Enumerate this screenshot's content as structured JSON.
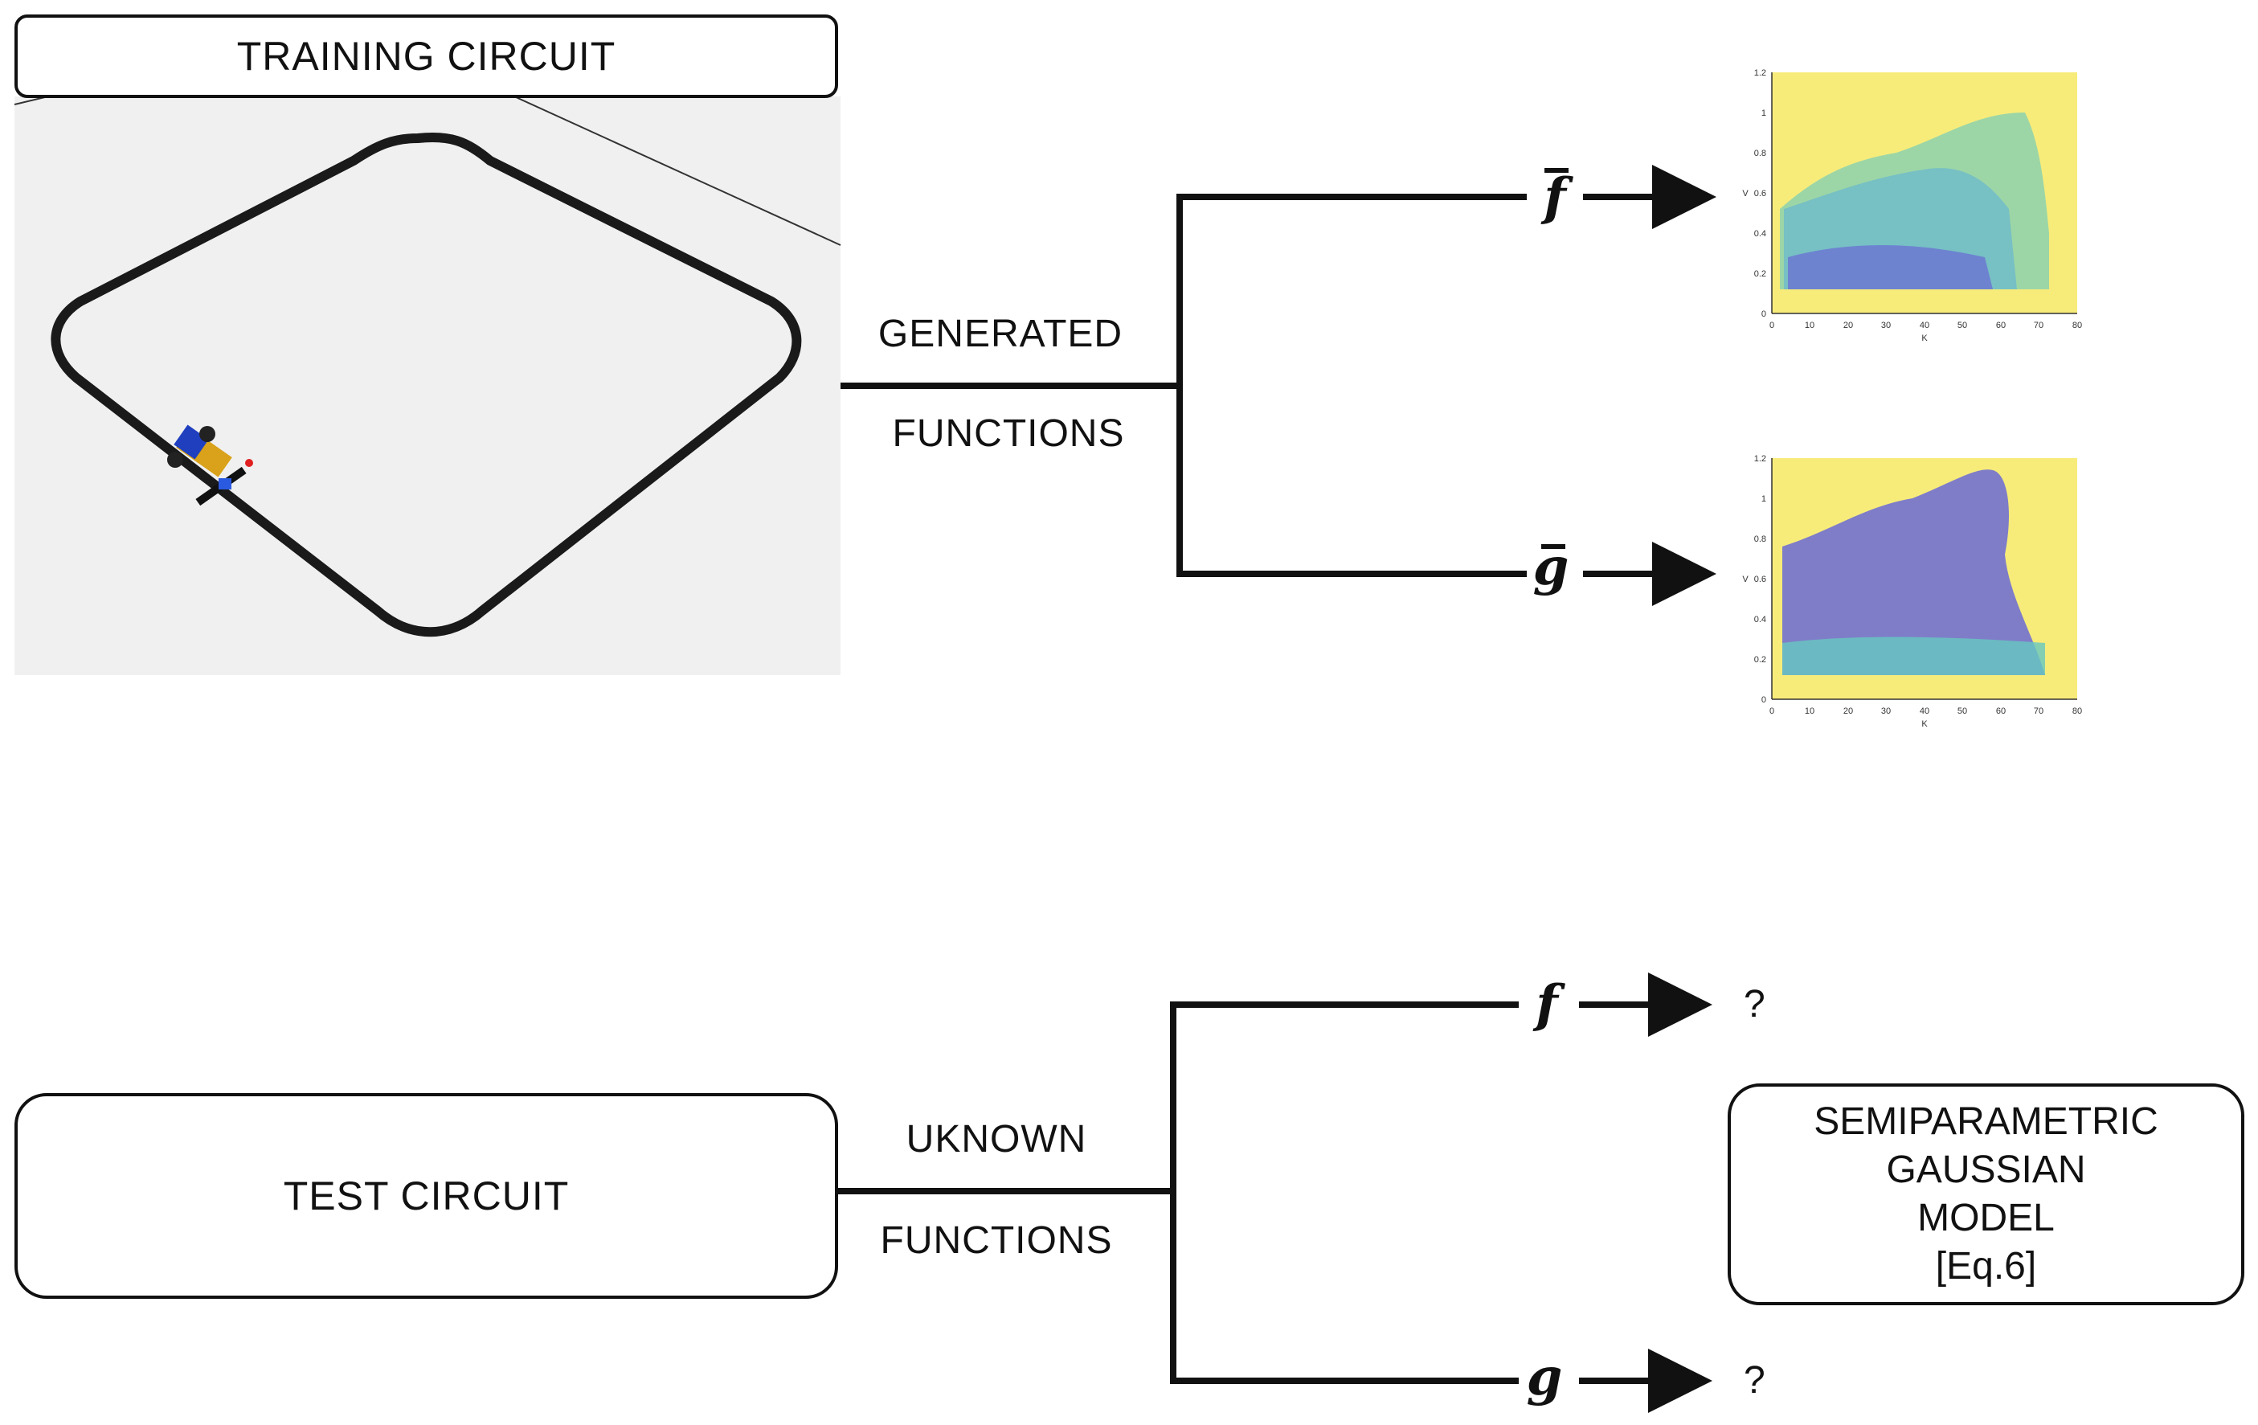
{
  "training_box": {
    "title": "TRAINING CIRCUIT"
  },
  "generated_label": {
    "line1": "GENERATED",
    "line2": "FUNCTIONS"
  },
  "f_bar": {
    "symbol": "f"
  },
  "g_bar": {
    "symbol": "g"
  },
  "test_box": {
    "title": "TEST CIRCUIT"
  },
  "unknown_label": {
    "line1": "UKNOWN",
    "line2": "FUNCTIONS"
  },
  "f_unknown": {
    "symbol": "f",
    "result": "?"
  },
  "g_unknown": {
    "symbol": "g",
    "result": "?"
  },
  "model_box": {
    "line1": "SEMIPARAMETRIC",
    "line2": "GAUSSIAN",
    "line3": "MODEL",
    "line4": "[Eq.6]"
  },
  "plot_top": {
    "xlabel": "K",
    "ylabel": "V",
    "xticks": [
      "0",
      "10",
      "20",
      "30",
      "40",
      "50",
      "60",
      "70",
      "80"
    ],
    "yticks": [
      "0",
      "0.2",
      "0.4",
      "0.6",
      "0.8",
      "1",
      "1.2"
    ]
  },
  "plot_bottom": {
    "xlabel": "K",
    "ylabel": "V",
    "xticks": [
      "0",
      "10",
      "20",
      "30",
      "40",
      "50",
      "60",
      "70",
      "80"
    ],
    "yticks": [
      "0",
      "0.2",
      "0.4",
      "0.6",
      "0.8",
      "1",
      "1.2"
    ]
  },
  "colors": {
    "line": "#111111",
    "yellow": "#f5e84c",
    "teal": "#37b9a8",
    "blue": "#5454d4",
    "track_bg": "#f0f0f0"
  }
}
